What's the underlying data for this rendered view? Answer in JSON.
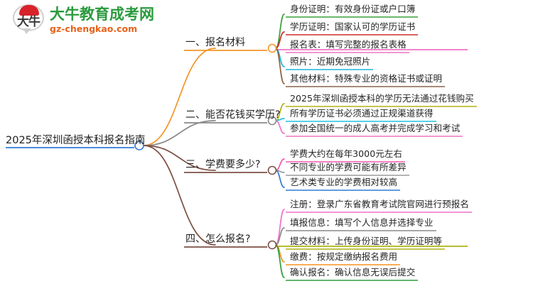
{
  "logo": {
    "badge_char": "大牛",
    "site_name": "大牛教育成考网",
    "site_url": "gz-chengkao.com",
    "brand_green": "#2a9a3d",
    "brand_orange": "#e8621a",
    "brand_red": "#d8232a"
  },
  "mindmap": {
    "root": {
      "label": "2025年深圳函授本科报名指南",
      "underline_color": "#2f7bd4",
      "node_color": "#2f7bd4"
    },
    "branches": [
      {
        "label": "一、报名材料",
        "link_color": "#f59426",
        "underline_color": "#f59426",
        "node_color": "#f59426",
        "children": [
          {
            "label": "身份证明：有效身份证或户口簿",
            "color": "#3aa03a"
          },
          {
            "label": "学历证明：国家认可的学历证书",
            "color": "#cf2b2b"
          },
          {
            "label": "报名表：填写完整的报名表格",
            "color": "#ef72c8"
          },
          {
            "label": "照片：近期免冠照片",
            "color": "#1fb5d8"
          },
          {
            "label": "其他材料：特殊专业的资格证书或证明",
            "color": "#8a6247"
          }
        ]
      },
      {
        "label": "二、能否花钱买学历?",
        "link_color": "#8a8a8a",
        "underline_color": "#8a8a8a",
        "node_color": "#8a8a8a",
        "children": [
          {
            "label": "2025年深圳函授本科的学历无法通过花钱购买",
            "color": "#b0b215"
          },
          {
            "label": "所有学历证书必须通过正规渠道获得",
            "color": "#1fc4de"
          },
          {
            "label": "参加全国统一的成人高考并完成学习和考试",
            "color": "#ef72c8"
          }
        ]
      },
      {
        "label": "三、学费要多少?",
        "link_color": "#7d5044",
        "underline_color": "#7d5044",
        "node_color": "#7d5044",
        "children": [
          {
            "label": "学费大约在每年3000元左右",
            "color": "#f259b0"
          },
          {
            "label": "不同专业的学费可能有所差异",
            "color": "#9a9a9a"
          },
          {
            "label": "艺术类专业的学费相对较高",
            "color": "#2f7bd4"
          }
        ]
      },
      {
        "label": "四、怎么报名?",
        "link_color": "#7d5044",
        "underline_color": "#7d5044",
        "node_color": "#7d5044",
        "children": [
          {
            "label": "注册：登录广东省教育考试院官网进行预报名",
            "color": "#ef72c8"
          },
          {
            "label": "填报信息：填写个人信息并选择专业",
            "color": "#8a8a8a"
          },
          {
            "label": "提交材料：上传身份证明、学历证明等",
            "color": "#b0b215"
          },
          {
            "label": "缴费：按规定缴纳报名费用",
            "color": "#f7911e"
          },
          {
            "label": "确认报名：确认信息无误后提交",
            "color": "#2f9e3f"
          }
        ]
      }
    ]
  }
}
